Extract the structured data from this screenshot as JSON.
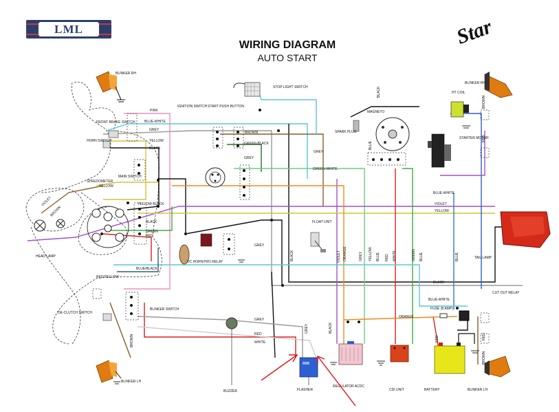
{
  "header": {
    "logo_text": "LML",
    "title": "WIRING DIAGRAM",
    "subtitle": "AUTO START",
    "brand_mark": "Star"
  },
  "colors": {
    "logo_bg": "#2c3f6b",
    "logo_stripe": "#c33b3b",
    "tail_lamp": "#d42a1a",
    "blinker": "#e07b10",
    "battery": "#e6e61a",
    "flasher": "#2d5fd0",
    "cdi": "#d8431a",
    "arrow": "#e01010"
  },
  "components": {
    "blinker_rh_left": "BLINKER RH",
    "front_brake_switch": "FRONT BRAKE SWITCH",
    "horn_switch": "HORN SWITCH",
    "ignition_switch": "IGNITION SWITCH",
    "start_push_button": "START PUSH BUTTON",
    "stop_light_switch": "STOP LIGHT SWITCH",
    "magneto": "MAGNETO",
    "spark_plug": "SPARK PLUG",
    "ht_coil": "HT COIL",
    "blinker_rh_right": "BLINKER RH",
    "starter_motor": "STARTER MOTOR",
    "speedometer": "SPEEDOMETER",
    "main_switch": "MAIN SWITCH",
    "head_lamp": "HEAD LAMP",
    "float_unit": "FLOAT UNIT",
    "dc_horn": "DC HORN",
    "pro_relay": "PRO RELAY",
    "tail_lamp": "TAIL LAMP",
    "cut_out_relay": "CUT OUT RELAY",
    "fuse": "FUSE (8 AMP)",
    "declutch_switch": "DE-CLUTCH SWITCH",
    "blinker_switch": "BLINKER SWITCH",
    "blinker_lh_left": "BLINKER LH",
    "buzzer": "BUZZER",
    "flasher": "FLASHER",
    "regulator": "REGULATOR ACDC",
    "cdi_unit": "CDI UNIT",
    "battery": "BATTERY",
    "blinker_lh_right": "BLINKER LH"
  },
  "wire_labels": {
    "pink": "PINK",
    "blue_white": "BLUE-WHITE",
    "grey": "GREY",
    "yellow": "YELLOW",
    "black": "BLACK",
    "brown": "BROWN",
    "green_black": "GREEN-BLACK",
    "green_white": "GREEN-WHITE",
    "violet": "VIOLET",
    "green": "GREEN",
    "red": "RED",
    "yellow_black": "YELLOW BLACK",
    "blue_black": "BLUE/BLACK",
    "red_yellow": "RED/YELLOW",
    "white": "WHITE",
    "orange": "ORANGE",
    "blue": "BLUE"
  }
}
